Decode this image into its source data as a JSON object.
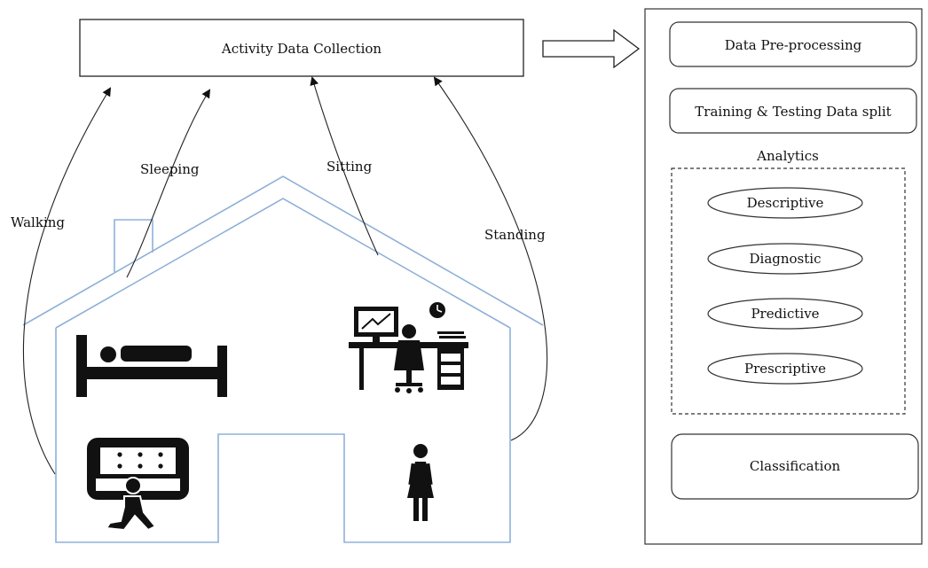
{
  "collection_box": {
    "label": "Activity Data Collection"
  },
  "activities": {
    "walking": "Walking",
    "sleeping": "Sleeping",
    "sitting": "Sitting",
    "standing": "Standing"
  },
  "pipeline": {
    "preprocessing": "Data Pre-processing",
    "split": "Training & Testing Data split",
    "analytics_title": "Analytics",
    "analytics": [
      "Descriptive",
      "Diagnostic",
      "Predictive",
      "Prescriptive"
    ],
    "classification": "Classification"
  },
  "colors": {
    "house_outline": "#8fb0d8",
    "line": "#222222",
    "icon": "#111111"
  },
  "icons": [
    "bed-icon",
    "desk-computer-icon",
    "clock-icon",
    "sofa-running-person-icon",
    "standing-woman-icon"
  ]
}
